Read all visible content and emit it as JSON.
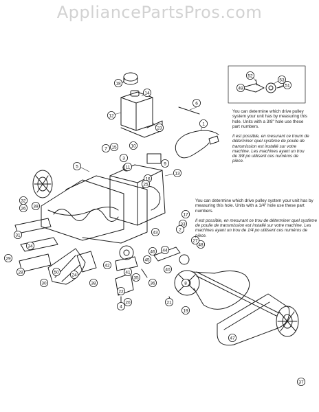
{
  "watermark": "AppliancePartsPros.com",
  "notes": {
    "top_en": "You can determine which drive pulley system your unit has by measuring this hole. Units with a 3/8\" hole use these part numbers.",
    "top_fr": "Il est possible, en mesurant ce troum de déterminer quel système de poulie de transmission est installé sur votre machine. Les machines ayant un trou de 3/8 po utilisent ces numéros de pièce.",
    "mid_en": "You can determine which drive pulley system your unit has by measuring this hole. Units with a 1/4\" hole use these part numbers.",
    "mid_fr": "Il est possible, en mesurant ce trou de déterminer quel système de poulie de transmission est installé sur votre machine. Les machines ayant un trou de 1/4 po utilisent ces numéros de pièce."
  },
  "callouts": [
    "18",
    "14",
    "12",
    "23",
    "6",
    "1",
    "7",
    "10",
    "15",
    "9",
    "3",
    "5",
    "11",
    "16",
    "13",
    "25",
    "17",
    "33",
    "32",
    "26",
    "39",
    "31",
    "34",
    "2",
    "22",
    "44",
    "43",
    "48",
    "46",
    "27",
    "24",
    "42",
    "41",
    "40",
    "35",
    "36",
    "37",
    "29",
    "28",
    "30",
    "50",
    "38",
    "20",
    "4",
    "21",
    "19",
    "45",
    "8",
    "47",
    "52",
    "49",
    "53",
    "51"
  ],
  "colors": {
    "line": "#1a1a1a",
    "callout_stroke": "#1a1a1a",
    "watermark": "#d2d2d2"
  }
}
